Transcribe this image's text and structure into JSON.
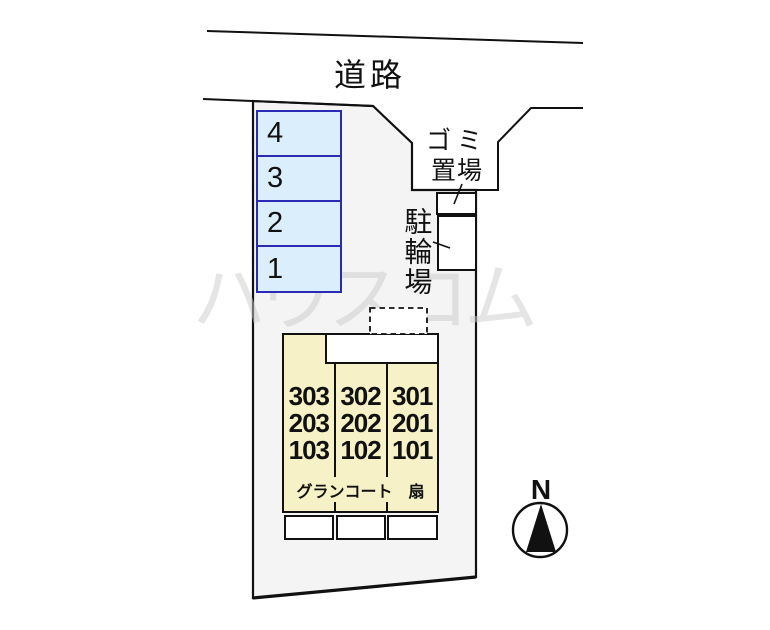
{
  "road": {
    "label": "道路"
  },
  "watermark": {
    "text": "ハウスコム"
  },
  "parking": {
    "spaces": [
      {
        "number": "4"
      },
      {
        "number": "3"
      },
      {
        "number": "2"
      },
      {
        "number": "1"
      }
    ]
  },
  "facilities": {
    "garbage": {
      "label_line1": "ゴミ",
      "label_line2": "置場"
    },
    "bicycle": {
      "label": "駐輪場"
    }
  },
  "building": {
    "name": "グランコート　扇",
    "room_rows": [
      [
        "303",
        "302",
        "301"
      ],
      [
        "203",
        "202",
        "201"
      ],
      [
        "103",
        "102",
        "101"
      ]
    ]
  },
  "compass": {
    "north_label": "N"
  },
  "colors": {
    "parking_fill": "#dbeefc",
    "parking_border": "#2a2ab5",
    "building_fill": "#f6f1c6",
    "site_fill": "#f4f4f4",
    "line": "#111111",
    "watermark": "#cccccc"
  }
}
